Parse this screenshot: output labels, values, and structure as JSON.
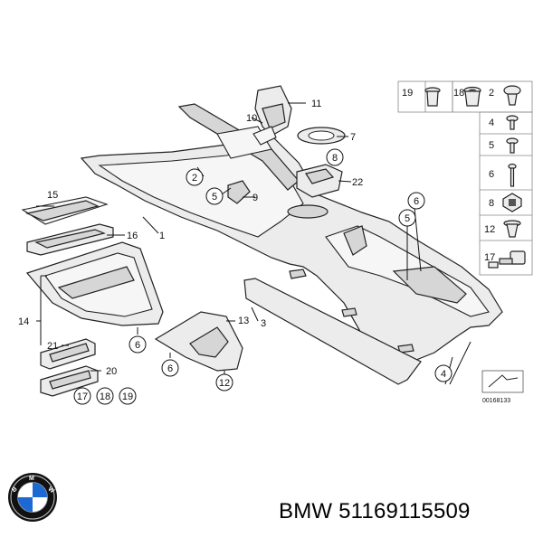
{
  "diagram": {
    "callouts": {
      "c1": "1",
      "c2": "2",
      "c3": "3",
      "c4": "4",
      "c5": "5",
      "c6": "6",
      "c7": "7",
      "c8": "8",
      "c9": "9",
      "c10": "10",
      "c11": "11",
      "c12": "12",
      "c13": "13",
      "c14": "14",
      "c15": "15",
      "c16": "16",
      "c17": "17",
      "c18": "18",
      "c19": "19",
      "c20": "20",
      "c21": "21",
      "c22": "22"
    },
    "legend": {
      "l19": "19",
      "l18": "18",
      "l2": "2",
      "l4": "4",
      "l5": "5",
      "l6": "6",
      "l8": "8",
      "l12": "12",
      "l17": "17"
    },
    "ref_code": "00168133"
  },
  "footer": {
    "brand_logo_icon": "bmw-roundel-icon",
    "part_number": "BMW 51169115509"
  },
  "colors": {
    "line": "#222222",
    "fill": "#ececec",
    "logo_blue": "#1c69d4"
  }
}
